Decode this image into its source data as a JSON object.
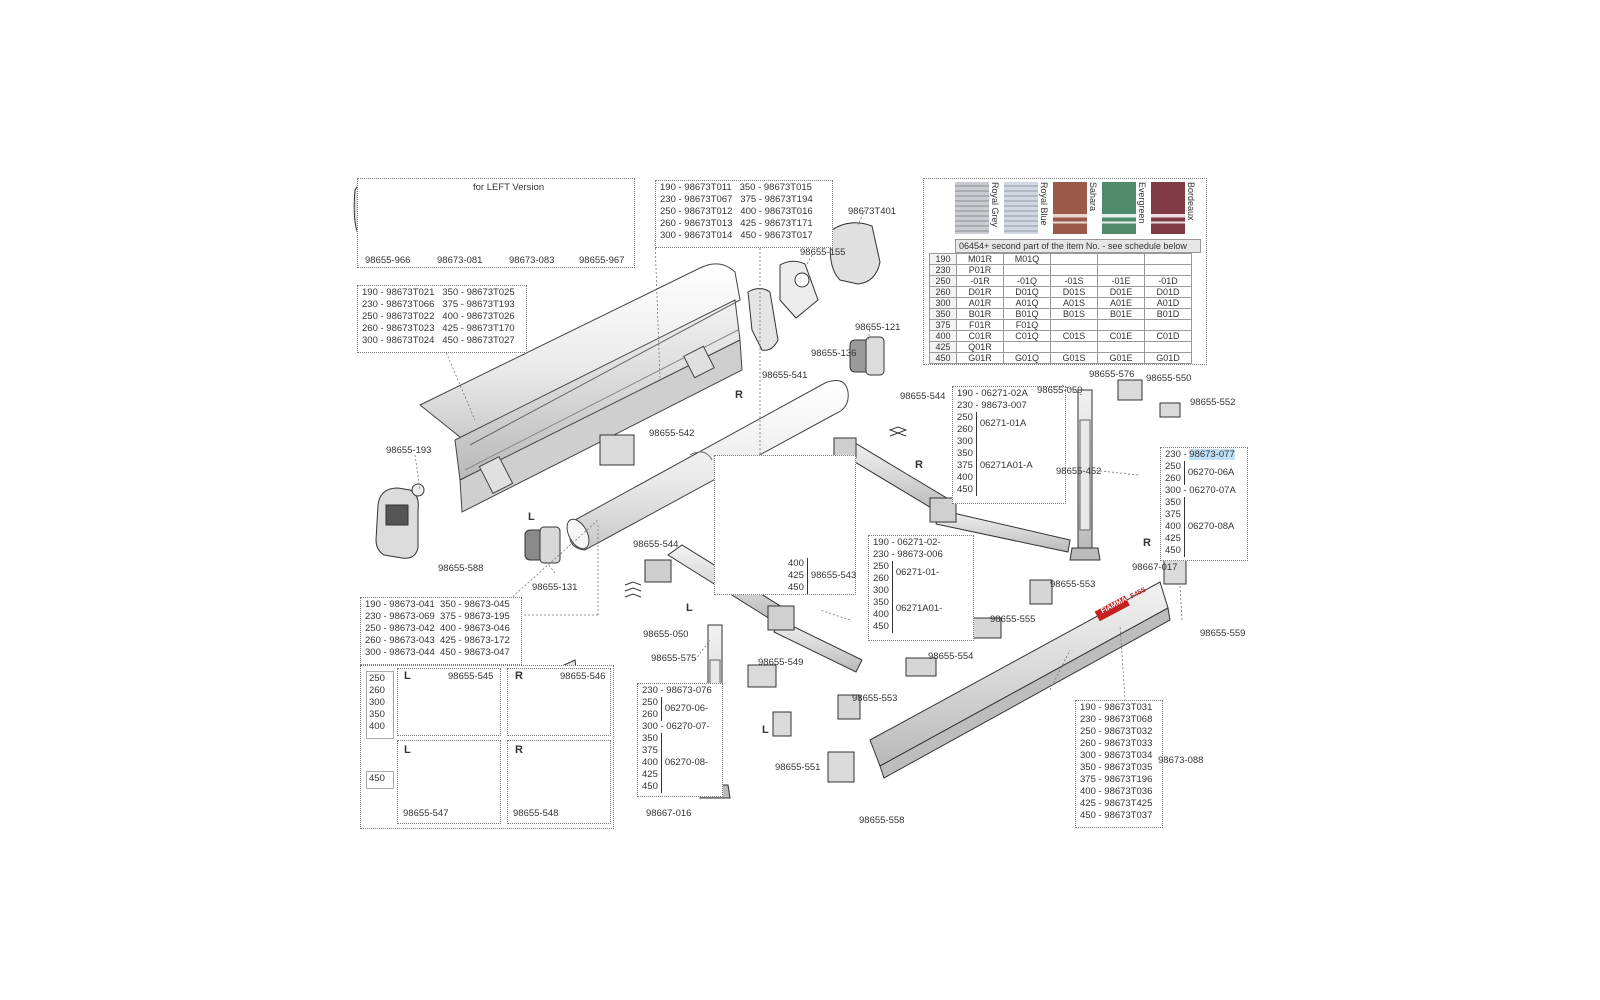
{
  "diagram": {
    "top_left_box": {
      "caption": "for LEFT Version",
      "parts": [
        "98655-966",
        "98673-081",
        "98673-083",
        "98655-967"
      ]
    },
    "front_rail_table": {
      "rows": [
        [
          "190 - 98673T011",
          "350 - 98673T015"
        ],
        [
          "230 - 98673T067",
          "375 - 98673T194"
        ],
        [
          "250 - 98673T012",
          "400 - 98673T016"
        ],
        [
          "260 - 98673T013",
          "425 - 98673T171"
        ],
        [
          "300 - 98673T014",
          "450 - 98673T017"
        ]
      ]
    },
    "cover_table": {
      "rows": [
        [
          "190 - 98673T021",
          "350 - 98673T025"
        ],
        [
          "230 - 98673T066",
          "375 - 98673T193"
        ],
        [
          "250 - 98673T022",
          "400 - 98673T026"
        ],
        [
          "260 - 98673T023",
          "425 - 98673T170"
        ],
        [
          "300 - 98673T024",
          "450 - 98673T027"
        ]
      ]
    },
    "roller_table": {
      "rows": [
        [
          "190 - 98673-041",
          "350 - 98673-045"
        ],
        [
          "230 - 98673-069",
          "375 - 98673-195"
        ],
        [
          "250 - 98673-042",
          "400 - 98673-046"
        ],
        [
          "260 - 98673-043",
          "425 - 98673-172"
        ],
        [
          "300 - 98673-044",
          "450 - 98673-047"
        ]
      ]
    },
    "fabric": {
      "colors": [
        {
          "name": "Royal Grey",
          "hex": "#b8bcc0"
        },
        {
          "name": "Royal Blue",
          "hex": "#c3c9d2"
        },
        {
          "name": "Sahara",
          "hex": "#9a5a4a"
        },
        {
          "name": "Evergreen",
          "hex": "#4f8a6c"
        },
        {
          "name": "Bordeaux",
          "hex": "#7f3a46"
        }
      ],
      "note": "06454+ second part of the item No. - see schedule below",
      "rows": [
        [
          "190",
          "M01R",
          "M01Q",
          "",
          "",
          ""
        ],
        [
          "230",
          "P01R",
          "",
          "",
          "",
          ""
        ],
        [
          "250",
          "-01R",
          "-01Q",
          "-01S",
          "-01E",
          "-01D"
        ],
        [
          "260",
          "D01R",
          "D01Q",
          "D01S",
          "D01E",
          "D01D"
        ],
        [
          "300",
          "A01R",
          "A01Q",
          "A01S",
          "A01E",
          "A01D"
        ],
        [
          "350",
          "B01R",
          "B01Q",
          "B01S",
          "B01E",
          "B01D"
        ],
        [
          "375",
          "F01R",
          "F01Q",
          "",
          "",
          ""
        ],
        [
          "400",
          "C01R",
          "C01Q",
          "C01S",
          "C01E",
          "C01D"
        ],
        [
          "425",
          "Q01R",
          "",
          "",
          "",
          ""
        ],
        [
          "450",
          "G01R",
          "G01Q",
          "G01S",
          "G01E",
          "G01D"
        ]
      ]
    },
    "right_arm_table": {
      "rows": [
        "190 - 06271-02A",
        "230 - 98673-007"
      ],
      "group1": {
        "sizes": [
          "250",
          "260"
        ],
        "code": "06271-01A"
      },
      "group2": {
        "sizes": [
          "300",
          "350",
          "375",
          "400",
          "450"
        ],
        "code": "06271A01-A"
      }
    },
    "left_arm_table": {
      "rows": [
        "190 - 06271-02-",
        "230 - 98673-006"
      ],
      "group1": {
        "sizes": [
          "250",
          "260"
        ],
        "code": "06271-01-"
      },
      "group2": {
        "sizes": [
          "300",
          "350",
          "400",
          "450"
        ],
        "code": "06271A01-"
      }
    },
    "bracket_table": {
      "sizes": [
        "400",
        "425",
        "450"
      ],
      "code": "98655-543"
    },
    "right_leg_table": {
      "first": "230 - ",
      "first_code": "98673-077",
      "group1": {
        "sizes": [
          "250",
          "260"
        ],
        "code": "06270-06A"
      },
      "row300": "300 - 06270-07A",
      "group2": {
        "sizes": [
          "350",
          "375",
          "400",
          "425",
          "450"
        ],
        "code": "06270-08A"
      }
    },
    "left_leg_table": {
      "first": "230 - 98673-076",
      "group1": {
        "sizes": [
          "250",
          "260"
        ],
        "code": "06270-06-"
      },
      "row300": "300 - 06270-07-",
      "group2": {
        "sizes": [
          "350",
          "375",
          "400",
          "425",
          "450"
        ],
        "code": "06270-08-"
      }
    },
    "rail_bottom_table": {
      "rows": [
        "190 - 98673T031",
        "230 - 98673T068",
        "250 - 98673T032",
        "260 - 98673T033",
        "300 - 98673T034",
        "350 - 98673T035",
        "375 - 98673T196",
        "400 - 98673T036",
        "425 - 98673T425",
        "450 - 98673T037"
      ]
    },
    "bracket_box": {
      "sizes_a": [
        "250",
        "260",
        "300",
        "350",
        "400"
      ],
      "size_b": "450",
      "panels": [
        {
          "side": "L",
          "part": "98655-545"
        },
        {
          "side": "R",
          "part": "98655-546"
        },
        {
          "side": "L",
          "part": "98655-547"
        },
        {
          "side": "R",
          "part": "98655-548"
        }
      ]
    },
    "side_labels": {
      "right": "R",
      "left": "L"
    },
    "callouts": {
      "p98673T401": "98673T401",
      "p98655_155": "98655-155",
      "p98655_541": "98655-541",
      "p98655_136": "98655-136",
      "p98655_121": "98655-121",
      "p98655_542": "98655-542",
      "p98655_193": "98655-193",
      "p98655_588": "98655-588",
      "p98655_131": "98655-131",
      "p98655_544a": "98655-544",
      "p98655_544b": "98655-544",
      "p98655_050a": "98655-050",
      "p98655_050b": "98655-050",
      "p98655_576": "98655-576",
      "p98655_550": "98655-550",
      "p98655_552": "98655-552",
      "p98655_452": "98655-452",
      "p98667_017": "98667-017",
      "p98655_553a": "98655-553",
      "p98655_553b": "98655-553",
      "p98655_559": "98655-559",
      "p98655_555": "98655-555",
      "p98655_554": "98655-554",
      "p98655_575": "98655-575",
      "p98655_549": "98655-549",
      "p98655_551": "98655-551",
      "p98667_016": "98667-016",
      "p98655_558": "98655-558",
      "p98673_088": "98673-088"
    },
    "brand": "FIAMMA",
    "model": "F45S"
  }
}
